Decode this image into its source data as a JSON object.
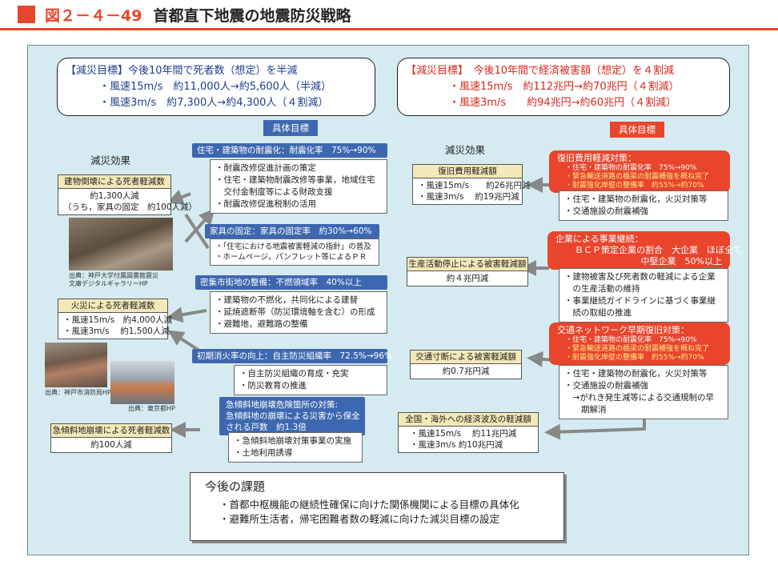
{
  "title": {
    "number": "図２－４－49",
    "text": "首都直下地震の地震防災戦略"
  },
  "goals": {
    "left": {
      "title": "【減災目標】今後10年間で死者数（想定）を半減",
      "items": [
        "・風速15m/s　約11,000人→約5,600人（半減）",
        "・風速3m/s　約7,300人→約4,300人（４割減）"
      ]
    },
    "right": {
      "title": "【減災目標】　今後10年間で経済被害額（想定）を４割減",
      "items": [
        "・風速15m/s　約112兆円→約70兆円（４割減）",
        "・風速3m/s　　約94兆円→約60兆円（４割減）"
      ]
    }
  },
  "tags": {
    "left": "具体目標",
    "right": "具体目標"
  },
  "effect_labels": {
    "left": "減災効果",
    "right": "減災効果"
  },
  "left_effects": [
    {
      "head": "建物倒壊による死者軽減数",
      "lines": [
        "約1,300人減",
        "（うち，家具の固定　約100人減）"
      ]
    },
    {
      "head": "火災による死者軽減数",
      "lines": [
        "・風速15m/s　約4,000人減",
        "・風速3m/s　 約1,500人減"
      ]
    },
    {
      "head": "急傾斜地崩壊による死者軽減数",
      "lines": [
        "約100人減"
      ]
    }
  ],
  "left_measures": [
    {
      "head": "住宅・建築物の耐震化：耐震化率　75%→90%",
      "lines": [
        "・耐震改修促進計画の策定",
        "・住宅・建築物耐震改修等事業，地域住宅",
        "　交付金制度等による財政支援",
        "・耐震改修促進税制の活用"
      ]
    },
    {
      "head": "家具の固定：家具の固定率　約30%→60%",
      "lines": [
        "・「住宅における地震被害軽減の指針」の普及",
        "・ホームページ，パンフレット等によるＰＲ"
      ]
    },
    {
      "head": "密集市街地の整備：不燃領域率　40%以上",
      "lines": [
        "・建築物の不燃化，共同化による建替",
        "・延焼遮断帯（防災環境軸を含む）の形成",
        "・避難地，避難路の整備"
      ]
    },
    {
      "head": "初期消火率の向上：自主防災組織率　72.5%→96%",
      "lines": [
        "・自主防災組織の育成・充実",
        "・防災教育の推進"
      ]
    },
    {
      "head_lines": [
        "急傾斜地崩壊危険箇所の対策:",
        "急傾斜地の崩壊による災害から保全",
        "される戸数　約1.3倍"
      ],
      "lines": [
        "・急傾斜地崩壊対策事業の実施",
        "・土地利用誘導"
      ]
    }
  ],
  "photos": [
    {
      "caption": [
        "出典：神戸大学付属図書館震災",
        "文庫デジタルギャラリーHP"
      ]
    },
    {
      "caption": [
        "出典：神戸市消防局HP"
      ]
    },
    {
      "caption": [
        "出典：東京都HP"
      ]
    }
  ],
  "right_effects": [
    {
      "head": "復旧費用軽減額",
      "lines": [
        "・風速15m/s　　約26兆円減",
        "・風速3m/s　 約19兆円減"
      ]
    },
    {
      "head": "生産活動停止による被害軽減額",
      "lines": [
        "約４兆円減"
      ]
    },
    {
      "head": "交通寸断による被害軽減額",
      "lines": [
        "約0.7兆円減"
      ]
    },
    {
      "head": "全国・海外への経済波及の軽減額",
      "lines": [
        "・風速15m/s　 約11兆円減",
        "・風速3m/s 約10兆円減"
      ]
    }
  ],
  "right_measures": [
    {
      "head": "復旧費用軽減対策：",
      "sub": [
        "・住宅・建築物の耐震化率　75%→90%",
        "・緊急輸送道路の橋梁の耐震補強を概ね完了",
        "・耐震強化岸壁の整備率　約55%→約70%"
      ],
      "lines": [
        "・住宅・建築物の耐震化，火災対策等",
        "・交通施設の耐震補強"
      ]
    },
    {
      "head_lines": [
        "企業による事業継続：",
        "ＢＣＰ策定企業の割合　大企業　ほぼ全て",
        "中堅企業　50%以上"
      ],
      "lines": [
        "・建物被害及び死者数の軽減による企業",
        "　の生産活動の維持",
        "・事業継続ガイドラインに基づく事業継",
        "　続の取組の推進"
      ]
    },
    {
      "head": "交通ネットワーク早期復旧対策：",
      "sub": [
        "・住宅・建築物の耐震化率　75%→90%",
        "・緊急輸送道路の橋梁の耐震補強を概ね完了",
        "・耐震強化岸壁の整備率　約55%→約70%"
      ],
      "lines": [
        "・住宅・建築物の耐震化，火災対策等",
        "・交通施設の耐震補強",
        "　→がれき発生減等による交通規制の早",
        "　　期解消"
      ]
    }
  ],
  "issues": {
    "title": "今後の課題",
    "items": [
      "・首都中枢機能の継続性確保に向けた関係機関による目標の具体化",
      "・避難所生活者，帰宅困難者数の軽減に向けた減災目標の設定"
    ]
  },
  "colors": {
    "accent_red": "#e8452c",
    "accent_blue": "#3d67b0",
    "panel_bg": "#d5ebf1",
    "effect_head_bg": "#f3e8b8"
  }
}
